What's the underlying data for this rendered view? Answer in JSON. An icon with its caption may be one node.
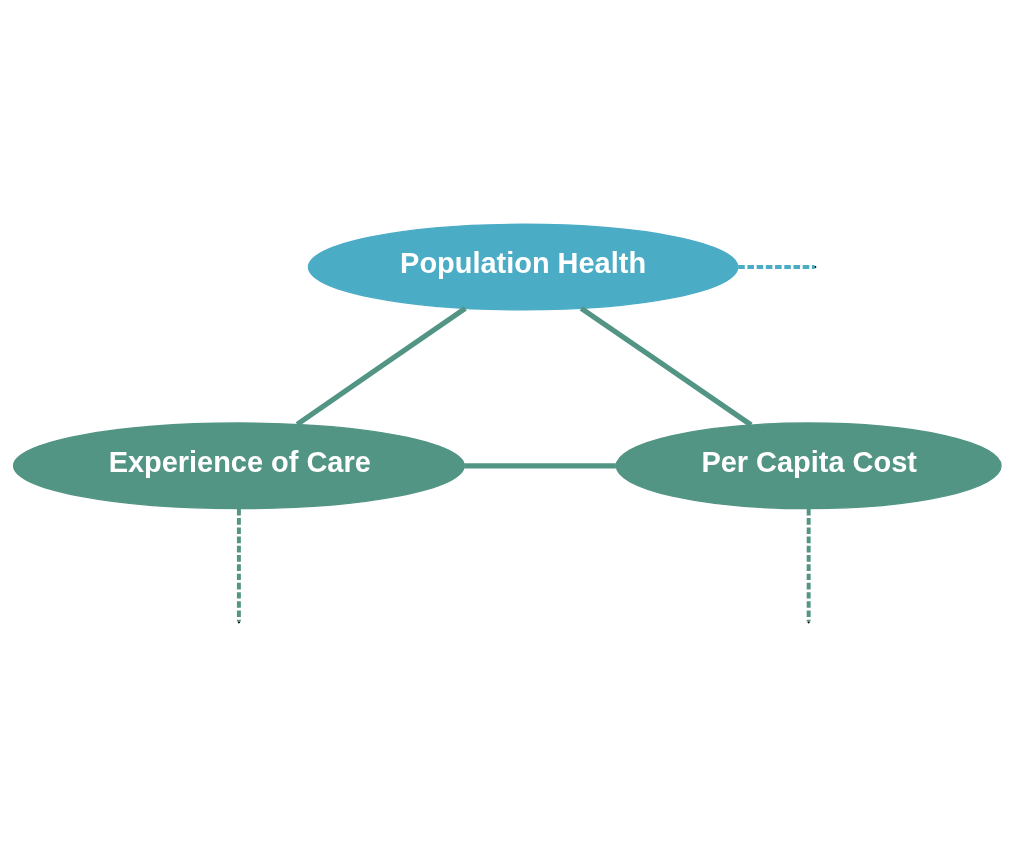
{
  "diagram": {
    "nodes": [
      {
        "text": [
          "Population Health"
        ]
      },
      {
        "text": [
          "Experience of Care"
        ]
      },
      {
        "text": [
          "Per Capita Cost"
        ]
      }
    ],
    "edges": [
      {
        "from": 0,
        "to": 1,
        "arrow": "none"
      },
      {
        "from": 0,
        "to": 2,
        "arrow": "none"
      },
      {
        "from": 1,
        "to": 2,
        "arrow": "none"
      },
      {
        "from": 0,
        "to": null,
        "arrow": "none",
        "style": "dashed",
        "color": "#4bacc6"
      },
      {
        "from": 1,
        "to": null,
        "arrow": "none",
        "style": "dashed"
      },
      {
        "from": 2,
        "to": null,
        "arrow": "none",
        "style": "dashed"
      }
    ]
  }
}
